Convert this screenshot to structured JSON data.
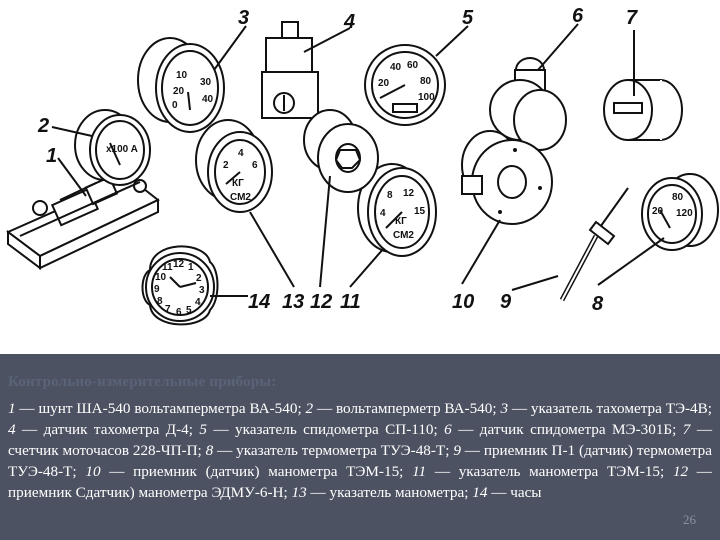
{
  "figure": {
    "callouts": [
      "1",
      "2",
      "3",
      "4",
      "5",
      "6",
      "7",
      "8",
      "9",
      "10",
      "11",
      "12",
      "13",
      "14"
    ],
    "dial_labels": {
      "tachometer": [
        "10",
        "20",
        "30",
        "0",
        "40"
      ],
      "voltammeter": "x100 A",
      "speedometer": [
        "40",
        "60",
        "20",
        "80",
        "100"
      ],
      "thermometer": [
        "20",
        "80",
        "120"
      ],
      "manometer_11": [
        "4",
        "8",
        "12",
        "15",
        "КГ",
        "СМ2"
      ],
      "manometer_13": [
        "2",
        "4",
        "6",
        "КГ",
        "СМ2"
      ],
      "clock": [
        "12",
        "1",
        "2",
        "3",
        "4",
        "5",
        "6",
        "7",
        "8",
        "9",
        "10",
        "11"
      ]
    }
  },
  "caption": {
    "title": "Контрольно-измерительные приборы:",
    "items": [
      {
        "num": "1",
        "text": " — шунт ШA-540 вольтамперметра ВА-540; "
      },
      {
        "num": "2",
        "text": " — вольтамперметр ВА-540; "
      },
      {
        "num": "3",
        "text": " — указатель тахометра ТЭ-4В; "
      },
      {
        "num": "4",
        "text": " — датчик тахометра Д-4; "
      },
      {
        "num": "5",
        "text": " — указатель спидометра СП-110; "
      },
      {
        "num": "6",
        "text": " — датчик спидометра МЭ-301Б; "
      },
      {
        "num": "7",
        "text": " — счетчик моточасов 228-ЧП-П; "
      },
      {
        "num": "8",
        "text": " — указатель термометра ТУЭ-48-Т; "
      },
      {
        "num": "9",
        "text": " — приемник П-1 (датчик) термометра ТУЭ-48-Т; "
      },
      {
        "num": "10",
        "text": " — приемник (датчик) манометра ТЭМ-15; "
      },
      {
        "num": "11",
        "text": " — указатель манометра ТЭМ-15; "
      },
      {
        "num": "12",
        "text": " — приемник Сдатчик) манометра ЭДМУ-6-Н; "
      },
      {
        "num": "13",
        "text": " — указатель манометра; "
      },
      {
        "num": "14",
        "text": " — часы"
      }
    ]
  },
  "slide_number": "26"
}
